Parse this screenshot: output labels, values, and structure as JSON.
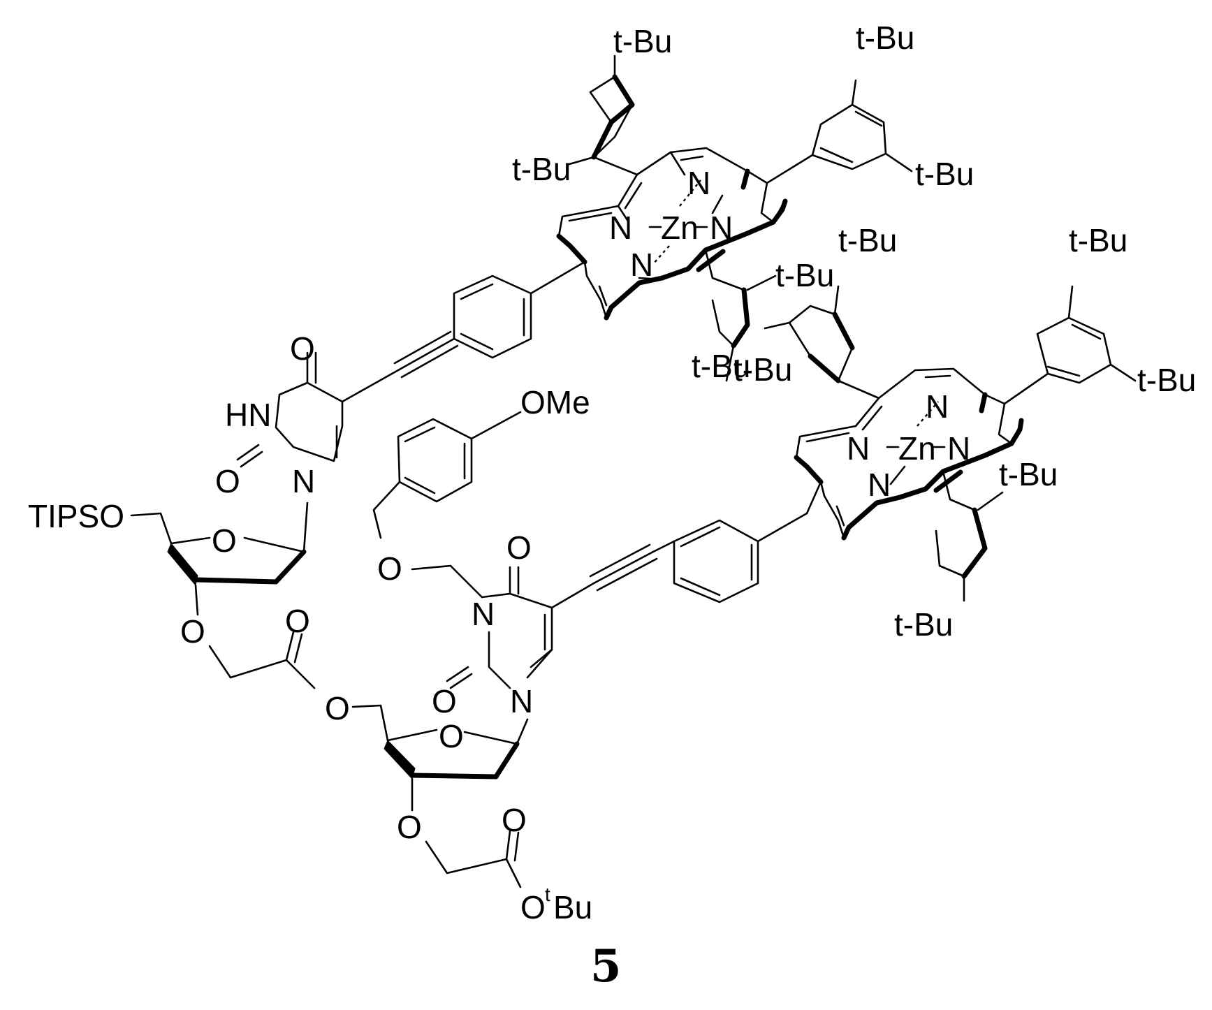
{
  "compound_number": "5",
  "labels": {
    "tbu": "t-Bu",
    "nitrogen": "N",
    "zinc": "Zn",
    "oxygen": "O",
    "hn": "HN",
    "tipso": "TIPSO",
    "ome": "OMe",
    "ester_o": "O",
    "ester_sup": "t",
    "ester_bu": "Bu"
  }
}
